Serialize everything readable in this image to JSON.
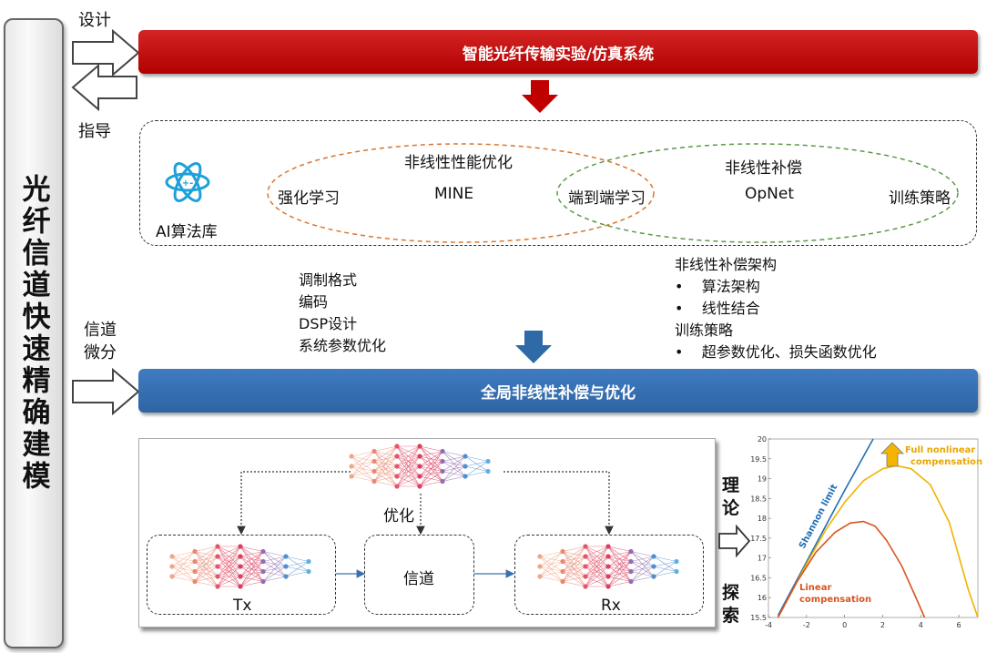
{
  "left_title": "光纤信道快速精确建模",
  "arrows": {
    "design": "设计",
    "guide": "指导",
    "channel_diff_1": "信道",
    "channel_diff_2": "微分"
  },
  "top_bar": {
    "label": "智能光纤传输实验/仿真系统",
    "color": "#c00000"
  },
  "ai_library": {
    "label": "AI算法库",
    "left_group_title": "非线性性能优化",
    "right_group_title": "非线性补偿",
    "items": [
      "强化学习",
      "MINE",
      "端到端学习",
      "OpNet",
      "训练策略"
    ]
  },
  "left_list": [
    "调制格式",
    "编码",
    "DSP设计",
    "系统参数优化"
  ],
  "right_list": {
    "h1": "非线性补偿架构",
    "b1": "算法架构",
    "b2": "线性结合",
    "h2": "训练策略",
    "b3": "超参数优化、损失函数优化"
  },
  "mid_bar": {
    "label": "全局非线性补偿与优化",
    "color": "#2f6aa8"
  },
  "bottom": {
    "optimize": "优化",
    "tx": "Tx",
    "channel": "信道",
    "rx": "Rx"
  },
  "side_labels": {
    "theory_1": "理",
    "theory_2": "论",
    "explore_1": "探",
    "explore_2": "索"
  },
  "chart_data": {
    "type": "line",
    "xlim": [
      -4,
      7
    ],
    "ylim": [
      15.5,
      20
    ],
    "x_ticks": [
      "-4",
      "-2",
      "0",
      "2",
      "4",
      "6"
    ],
    "y_ticks": [
      "15.5",
      "16",
      "16.5",
      "17",
      "17.5",
      "18",
      "18.5",
      "19",
      "19.5",
      "20"
    ],
    "grid": false,
    "series": [
      {
        "name": "Shannon limit",
        "color": "#1f6fb5",
        "x": [
          -3.5,
          -2,
          0,
          1.5
        ],
        "y": [
          15.55,
          16.9,
          18.7,
          20.0
        ]
      },
      {
        "name": "Full nonlinear compensation",
        "color": "#f0b400",
        "x": [
          -3.5,
          -2,
          -1,
          0,
          1,
          2,
          2.7,
          3.5,
          4.5,
          5.5,
          6.5,
          7
        ],
        "y": [
          15.5,
          16.85,
          17.7,
          18.4,
          18.95,
          19.25,
          19.33,
          19.25,
          18.85,
          17.9,
          16.2,
          15.5
        ]
      },
      {
        "name": "Linear compensation",
        "color": "#d9541e",
        "x": [
          -3.5,
          -2.5,
          -1.5,
          -0.5,
          0.3,
          1,
          1.6,
          2.2,
          3,
          3.7,
          4.2
        ],
        "y": [
          15.5,
          16.4,
          17.15,
          17.65,
          17.88,
          17.92,
          17.8,
          17.45,
          16.8,
          16.05,
          15.5
        ]
      }
    ]
  }
}
